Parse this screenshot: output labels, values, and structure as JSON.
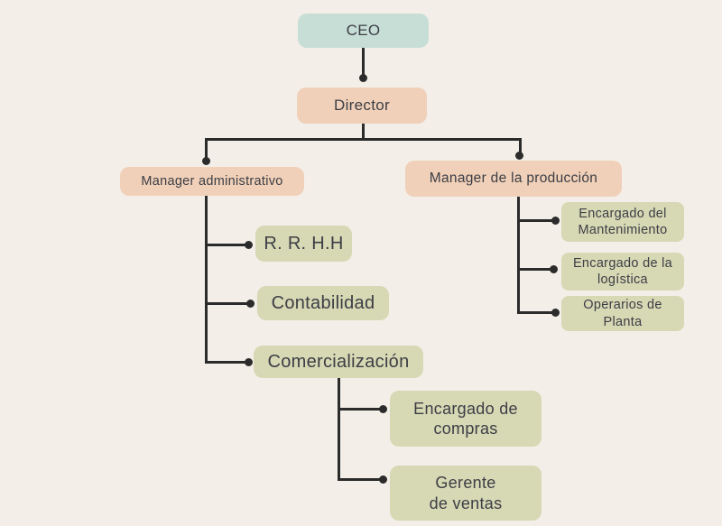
{
  "diagram": {
    "type": "org-chart",
    "language": "es",
    "palette": {
      "background": "#f3efe8",
      "executive_fill": "#c7ded6",
      "management_fill": "#f0d0b8",
      "department_fill": "#d7d8b4",
      "connector_color": "#2b2b2b",
      "text_color": "#3c3e45"
    },
    "nodes": {
      "ceo": {
        "label": "CEO",
        "level": 1
      },
      "director": {
        "label": "Director",
        "level": 2
      },
      "manager_admin": {
        "label": "Manager administrativo",
        "level": 3
      },
      "manager_prod": {
        "label": "Manager de la producción",
        "level": 3
      },
      "rrhh": {
        "label": "R. R. H.H",
        "level": 4
      },
      "contabilidad": {
        "label": "Contabilidad",
        "level": 4
      },
      "comercializacion": {
        "label": "Comercialización",
        "level": 4
      },
      "encargado_compras": {
        "label": "Encargado de\ncompras",
        "level": 5
      },
      "gerente_ventas": {
        "label": "Gerente\nde ventas",
        "level": 5
      },
      "encargado_mantenimiento": {
        "label": "Encargado del\nMantenimiento",
        "level": 4
      },
      "encargado_logistica": {
        "label": "Encargado de la\nlogística",
        "level": 4
      },
      "operarios_planta": {
        "label": "Operarios de\nPlanta",
        "level": 4
      }
    },
    "hierarchy": [
      {
        "parent": "CEO",
        "children": [
          "Director"
        ]
      },
      {
        "parent": "Director",
        "children": [
          "Manager administrativo",
          "Manager de la producción"
        ]
      },
      {
        "parent": "Manager administrativo",
        "children": [
          "R. R. H.H",
          "Contabilidad",
          "Comercialización"
        ]
      },
      {
        "parent": "Comercialización",
        "children": [
          "Encargado de compras",
          "Gerente de ventas"
        ]
      },
      {
        "parent": "Manager de la producción",
        "children": [
          "Encargado del Mantenimiento",
          "Encargado de la logística",
          "Operarios de Planta"
        ]
      }
    ]
  }
}
